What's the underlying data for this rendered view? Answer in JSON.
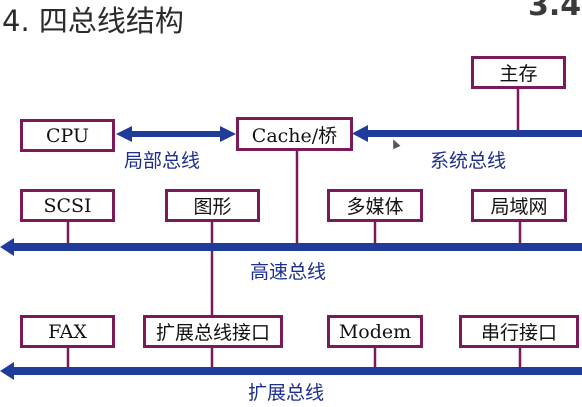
{
  "title": "4. 四总线结构",
  "slide_number": "3.4",
  "boxes": {
    "cpu": "CPU",
    "cache": "Cache/桥",
    "main_memory": "主存",
    "scsi": "SCSI",
    "graphics": "图形",
    "multimedia": "多媒体",
    "lan": "局域网",
    "fax": "FAX",
    "expansion_interface": "扩展总线接口",
    "modem": "Modem",
    "serial": "串行接口"
  },
  "buses": {
    "local": "局部总线",
    "system": "系统总线",
    "high_speed": "高速总线",
    "expansion": "扩展总线"
  },
  "colors": {
    "box_border": "#7a1a5a",
    "bus_fill": "#1f3c9a",
    "bus_label": "#1c2f8f",
    "connector": "#7a1a5a"
  }
}
